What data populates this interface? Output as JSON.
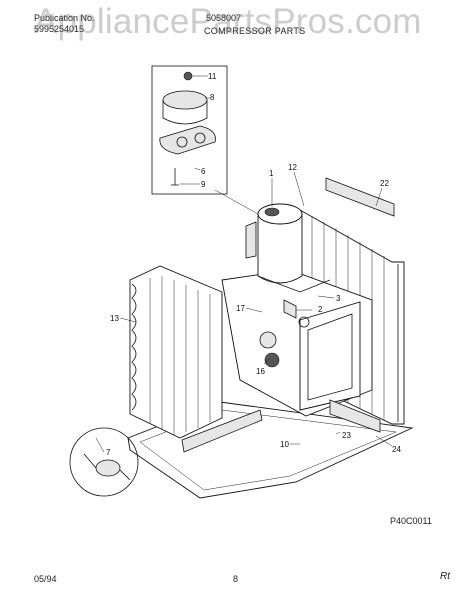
{
  "header": {
    "publication_label": "Publication No.",
    "publication_number": "5995254015",
    "model": "5058007",
    "section_title": "COMPRESSOR PARTS"
  },
  "watermark": "AppliancePartsPros.com",
  "diagram": {
    "callouts": [
      "1",
      "2",
      "3",
      "6",
      "7",
      "8",
      "9",
      "10",
      "11",
      "12",
      "13",
      "16",
      "17",
      "22",
      "23",
      "24"
    ],
    "figure_code": "P40C0011"
  },
  "footer": {
    "date": "05/94",
    "page": "8",
    "mark": "Rt"
  }
}
